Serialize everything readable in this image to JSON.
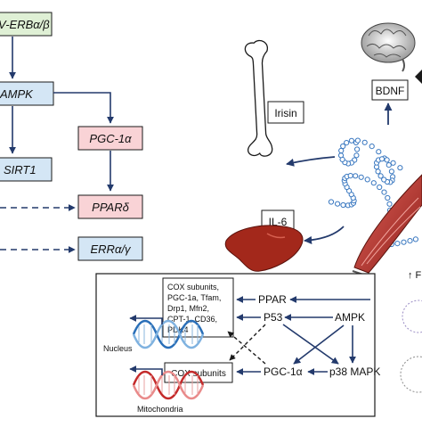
{
  "left_pathway": {
    "erb": "V-ERBα/β",
    "ampk": "AMPK",
    "pgc": "PGC-1α",
    "sirt": "SIRT1",
    "ppar": "PPARδ",
    "err": "ERRα/γ"
  },
  "right_top": {
    "irisin": "Irisin",
    "bdnf": "BDNF",
    "il6": "IL-6",
    "upward": "↑ F"
  },
  "inset": {
    "gene_list": [
      "COX subunits,",
      "PGC-1a, Tfam,",
      "Drp1, Mfn2,",
      "CPT-1, CD36,",
      "PDK4"
    ],
    "ppar": "PPAR",
    "p53": "P53",
    "ampk": "AMPK",
    "pgc": "PGC-1α",
    "p38": "p38 MAPK",
    "cox": "COX subunits",
    "nucleus": "Nucleus",
    "mitochondria": "Mitochondria"
  },
  "colors": {
    "blue_fill": "#d4e6f5",
    "pink_fill": "#f9d3d6",
    "green_fill": "#dff0d5",
    "navy_arrow": "#233a6c",
    "liver": "#a3281b",
    "muscle": "#c43a34"
  }
}
